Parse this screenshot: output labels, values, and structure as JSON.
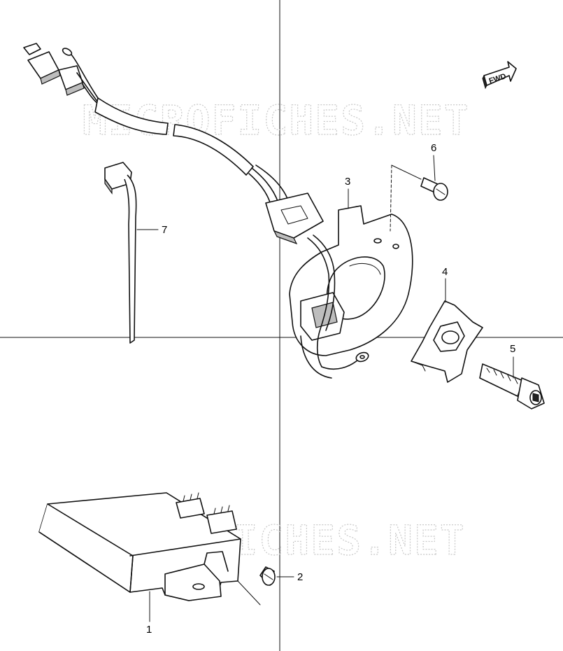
{
  "watermark": {
    "text_top": "MICROFICHES.NET",
    "text_bottom": "MICROFICHES.NET"
  },
  "direction_badge": {
    "label": "FWD"
  },
  "callouts": [
    {
      "id": "1",
      "label": "1"
    },
    {
      "id": "2",
      "label": "2"
    },
    {
      "id": "3",
      "label": "3"
    },
    {
      "id": "4",
      "label": "4"
    },
    {
      "id": "5",
      "label": "5"
    },
    {
      "id": "6",
      "label": "6"
    },
    {
      "id": "7",
      "label": "7"
    }
  ],
  "colors": {
    "line": "#111111",
    "watermark": "#c9c9c9",
    "background": "#ffffff"
  }
}
